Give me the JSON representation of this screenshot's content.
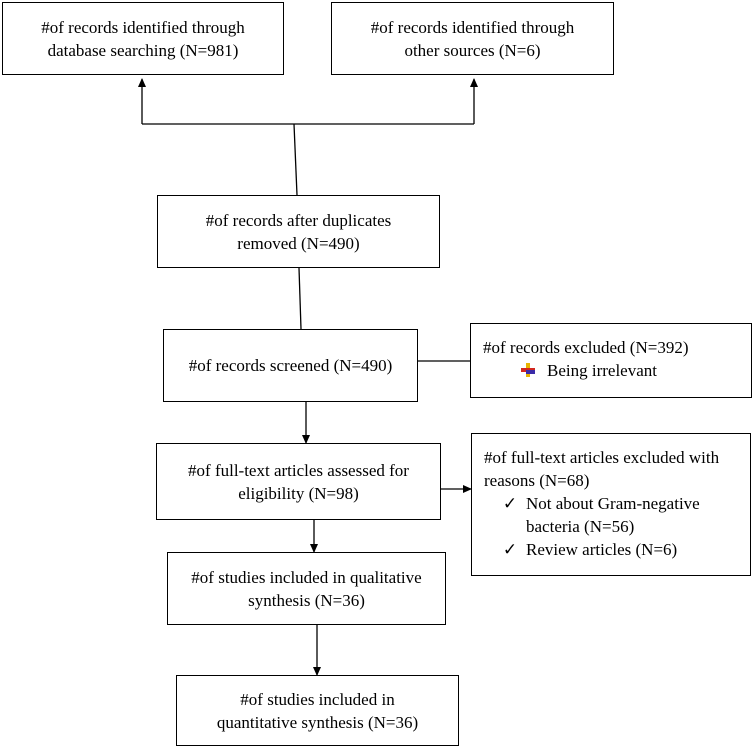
{
  "boxes": {
    "db_search": [
      "#of records identified through",
      "database searching (N=981)"
    ],
    "other_sources": [
      "#of records identified through",
      "other sources (N=6)"
    ],
    "after_duplicates": [
      "#of records after duplicates",
      "removed (N=490)"
    ],
    "screened": [
      "#of records screened (N=490)"
    ],
    "excluded": {
      "title": "#of records excluded (N=392)",
      "bullet_icon": "colored-cross-bullet",
      "items": [
        "Being irrelevant"
      ]
    },
    "assessed": [
      "#of full-text articles assessed for",
      "eligibility (N=98)"
    ],
    "fulltext_excluded": {
      "title": [
        "#of full-text articles excluded with",
        "reasons (N=68)"
      ],
      "check_icon": "check-mark",
      "items": [
        [
          "Not about Gram-negative",
          "bacteria (N=56)"
        ],
        [
          "Review articles (N=6)"
        ]
      ]
    },
    "qualitative": [
      "#of studies included in qualitative",
      "synthesis (N=36)"
    ],
    "quantitative": [
      "#of studies included in",
      "quantitative synthesis (N=36)"
    ]
  }
}
